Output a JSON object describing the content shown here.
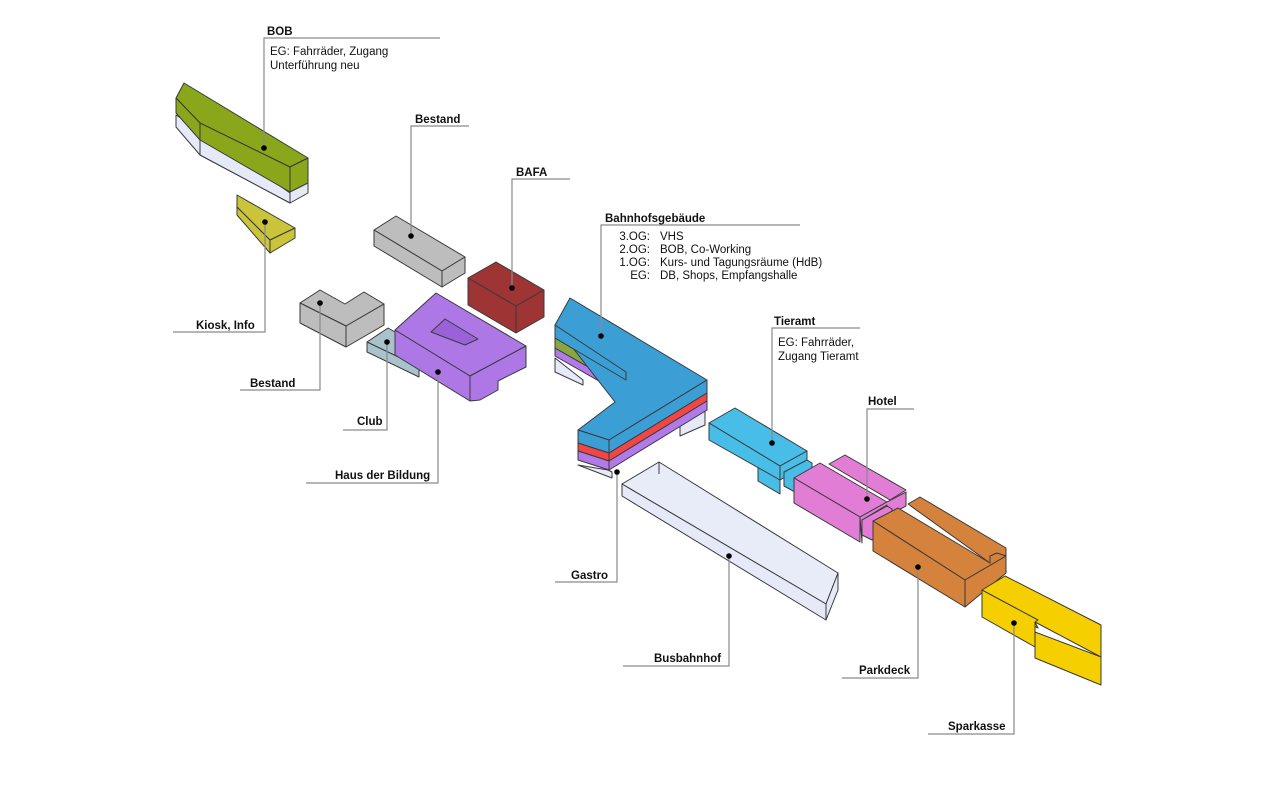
{
  "diagram": {
    "type": "isometric exploded site plan",
    "colors": {
      "bob": "#8aa61a",
      "kiosk": "#c9c43a",
      "bestand": "#bdbdbd",
      "bafa": "#9e3434",
      "club": "#a9c3cc",
      "haus_der_bildung": "#ad78e6",
      "bahnhof_vhs": "#3b9fd6",
      "bahnhof_bob": "#8aa640",
      "bahnhof_kurs": "#f04646",
      "bahnhof_eg": "#b07ae8",
      "glass": "#e6eaf8",
      "tieramt": "#48bde8",
      "hotel": "#e27dd6",
      "parkdeck": "#d4823c",
      "sparkasse": "#f5cf00"
    },
    "buildings": [
      {
        "id": "bob",
        "title": "BOB",
        "lines": [
          "EG: Fahrräder, Zugang",
          "Unterführung neu"
        ]
      },
      {
        "id": "kiosk",
        "title": "Kiosk, Info",
        "lines": []
      },
      {
        "id": "bestand_1",
        "title": "Bestand",
        "lines": []
      },
      {
        "id": "bafa",
        "title": "BAFA",
        "lines": []
      },
      {
        "id": "bahnhof",
        "title": "Bahnhofsgebäude",
        "floors": [
          {
            "level": "3.OG:",
            "use": "VHS"
          },
          {
            "level": "2.OG:",
            "use": "BOB, Co-Working"
          },
          {
            "level": "1.OG:",
            "use": "Kurs- und Tagungsräume (HdB)"
          },
          {
            "level": "EG:",
            "use": "DB, Shops, Empfangshalle"
          }
        ]
      },
      {
        "id": "bestand_2",
        "title": "Bestand",
        "lines": []
      },
      {
        "id": "club",
        "title": "Club",
        "lines": []
      },
      {
        "id": "hdb",
        "title": "Haus der Bildung",
        "lines": []
      },
      {
        "id": "tieramt",
        "title": "Tieramt",
        "lines": [
          "EG: Fahrräder,",
          "Zugang Tieramt"
        ]
      },
      {
        "id": "hotel",
        "title": "Hotel",
        "lines": []
      },
      {
        "id": "gastro",
        "title": "Gastro",
        "lines": []
      },
      {
        "id": "busbahnhof",
        "title": "Busbahnhof",
        "lines": []
      },
      {
        "id": "parkdeck",
        "title": "Parkdeck",
        "lines": []
      },
      {
        "id": "sparkasse",
        "title": "Sparkasse",
        "lines": []
      }
    ]
  }
}
